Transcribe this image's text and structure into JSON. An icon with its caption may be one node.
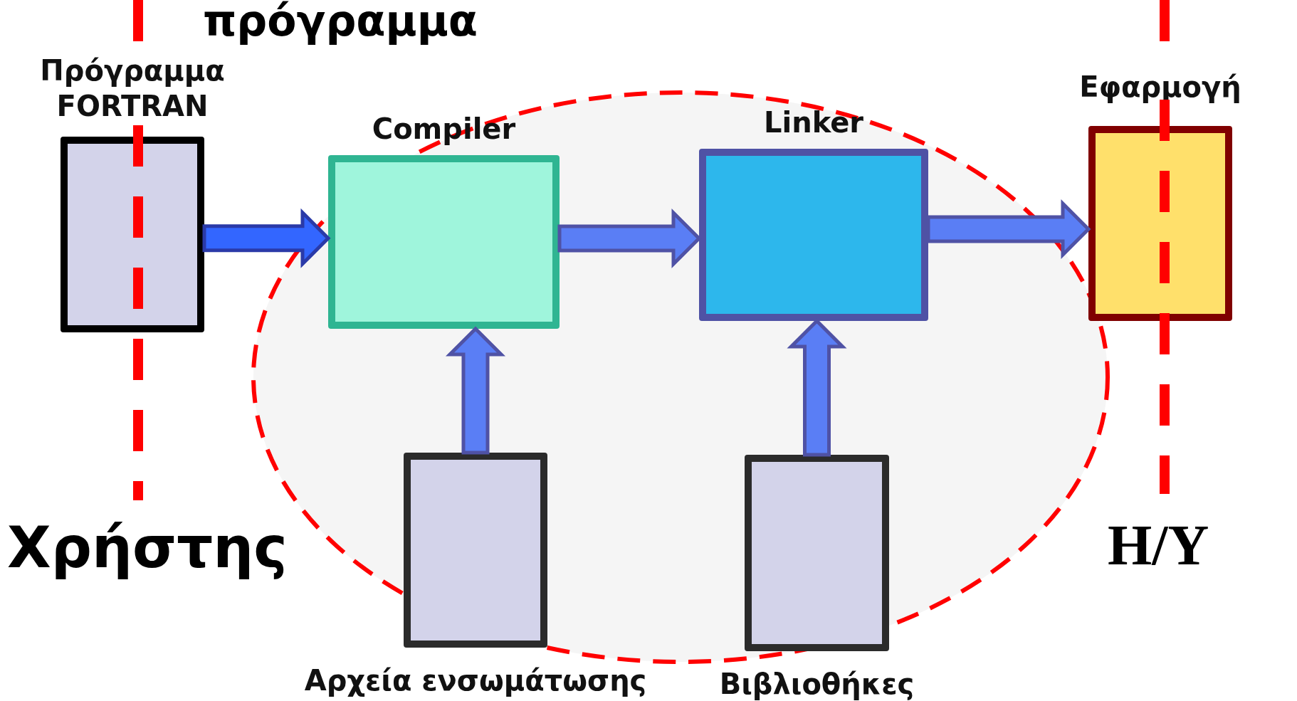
{
  "diagram": {
    "title": "πρόγραμμα",
    "nodes": [
      {
        "text": [
          "Πρόγραμμα FORTRAN"
        ]
      },
      {
        "text": [
          "Compiler"
        ]
      },
      {
        "text": [
          "Linker"
        ]
      },
      {
        "text": [
          "Εφαρμογή"
        ]
      },
      {
        "text": [
          "Αρχεία ενσωμάτωσης"
        ]
      },
      {
        "text": [
          "Βιβλιοθήκες"
        ]
      }
    ],
    "edges": [
      {
        "from": 0,
        "to": 1,
        "arrow": "to",
        "color": "#3366ff"
      },
      {
        "from": 1,
        "to": 2,
        "arrow": "to"
      },
      {
        "from": 2,
        "to": 3,
        "arrow": "to"
      },
      {
        "from": 4,
        "to": 1,
        "arrow": "to"
      },
      {
        "from": 5,
        "to": 2,
        "arrow": "to"
      }
    ],
    "labels": [
      "Χρήστης",
      "Η/Υ"
    ]
  }
}
